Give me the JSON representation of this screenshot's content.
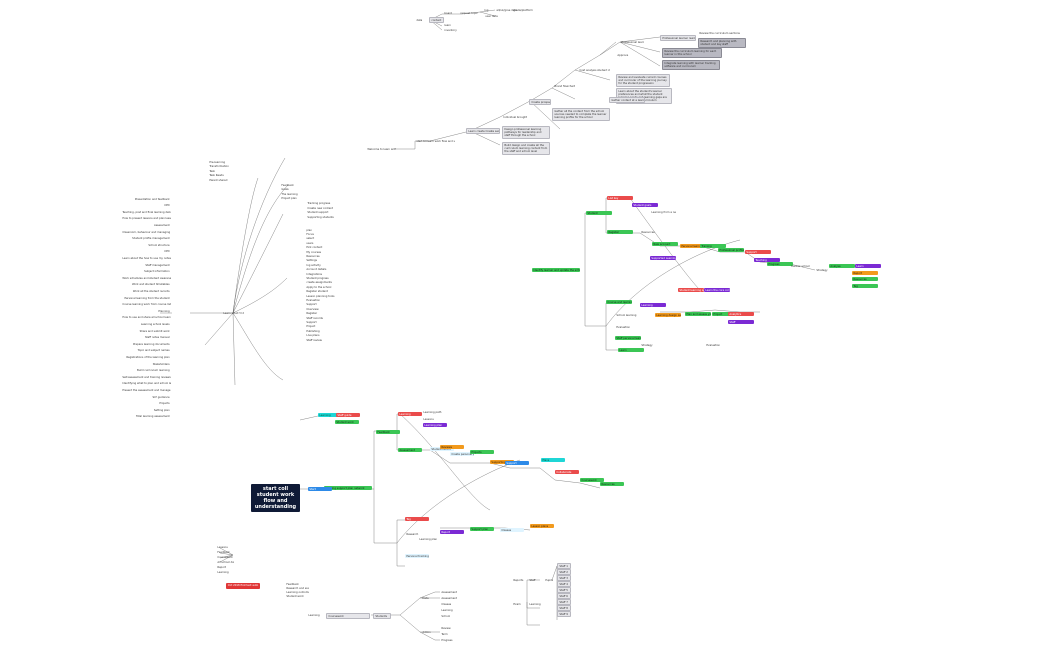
{
  "main_title": "start coll student work flow and understanding",
  "red_banner": "Oct 2018 first text auto",
  "colors": {
    "green": "#3bc655",
    "red": "#ea4b4b",
    "purple": "#7b2ad4",
    "orange": "#f29a1d",
    "gray": "#e6e6ea",
    "navy": "#0f1a36"
  },
  "nodes": {
    "tr": [
      "data",
      "content",
      "board",
      "request",
      "topic",
      "log",
      "all/uk/gcse data",
      "grade/platform",
      "learn",
      "inventory",
      "user data"
    ],
    "top_chain": [
      "Welcome to learn with Google Meets",
      "start till learn work flow and understanding",
      "Learn create Create sections",
      "Individual brought",
      "Create prospects",
      "Brand flowchart",
      "Cost analysis student clearance",
      "Approve",
      "Professional learning",
      "Professional learner reader",
      "Review the curriculum sections",
      "Research and planning with student and key staff",
      "Review the curriculum learning for each learner in this school",
      "Integrate learning with learner tracking software and curriculum",
      "Review and evaluate current courses and curricular of the learning journey for the student progression",
      "Learn about the student's learner preferences and what the student learning needs and learning gaps are available from the curriculum",
      "Gather content at a learner level learning",
      "Cost analysis learning budget",
      "Gather all the content from the school sources needed to complete the learner learning profile for the school",
      "Design professional learning pathways for leadership and staff through the school",
      "Build design and create all the curriculum learning content from the staff and school level"
    ],
    "left_hub": "Learn what I'll do",
    "left_list": [
      "Presentation and feedback",
      "CPD",
      "Teaching, post and final learning delivery",
      "How to present lessons and plan lesson routines",
      "Assessment",
      "Classroom, behaviour and managing",
      "Student profile management",
      "School structure",
      "CPD",
      "Learn about the how to use my notes",
      "Staff management",
      "Subject information",
      "Work schedules and student awareness",
      "Work and student timetables",
      "Work all the student records",
      "Personal learning from the student",
      "Course learning work from course list",
      "Planning",
      "How to use and share all school learning",
      "Learning school levels",
      "Share and submit work",
      "Staff notes manual",
      "Prepare learning documents",
      "Topic and subject names",
      "Registrations of the learning plan",
      "Stakeholders",
      "Build curriculum learning",
      "Self-assessment and training reviews",
      "Identifying what to plan and school learning",
      "Present the assessment and manage workloads to school resources",
      "SLT guidance",
      "Projects",
      "Setting plan",
      "Total learning assessment"
    ],
    "left_right": [
      "plan",
      "Focus",
      "select",
      "users",
      "Pick content",
      "My courses",
      "Resources",
      "Settings",
      "log activity",
      "Account details",
      "Integrations",
      "Student progress",
      "create assignments",
      "Apply to the school",
      "Register student",
      "Lesson planning tools",
      "Evaluation",
      "Support",
      "Overview",
      "Register",
      "Staff records",
      "Support",
      "Project",
      "Publishing",
      "Live plans",
      "Staff review"
    ],
    "left_top": [
      "Pre-learning",
      "Transformation",
      "Task",
      "Task Reads",
      "Parent shared",
      "Feedback",
      "Goals",
      "The learning",
      "Project plan",
      "Tracking progress",
      "Create new content",
      "Student support",
      "Supporting students"
    ],
    "mid_right": {
      "root": "Identify learner and update the school",
      "items": [
        "Student",
        "List key",
        "Student goals",
        "Register",
        "Resources",
        "Learning from a new pupil",
        "New account",
        "Supported Learning",
        "Personal learning",
        "Training",
        "Professional profile",
        "Support",
        "Teaching",
        "Progress",
        "Deliver school",
        "Strategy",
        "Analyse",
        "Learn",
        "Report",
        "Resources",
        "Tag",
        "Student learning and work",
        "Learn the core components",
        "Course and learning",
        "School learning",
        "Evaluation",
        "Staff personal learning",
        "Learning",
        "Learning design assessment",
        "Plan and assess your school performance and learning strategy",
        "Project",
        "Analytics",
        "Staff",
        "Learn",
        "Strategy",
        "Evaluation"
      ]
    },
    "bottom_hub": "learning support plan network",
    "bottom_items": [
      "Start",
      "Learning",
      "Staff guide",
      "Student work",
      "Feedback",
      "Learning",
      "Learning path",
      "Lessons",
      "Learning plan",
      "Assessment",
      "Student record",
      "Reviews",
      "Create personal profile",
      "Projects",
      "Supporting",
      "Support",
      "Plans",
      "Collaborate",
      "Coursework",
      "Resources",
      "Tag",
      "Research",
      "Learning plan",
      "Report",
      "Support plan",
      "Classes",
      "Lesson plans",
      "Personal tracking"
    ],
    "bottom_left": [
      "Lessons",
      "Feedback",
      "Coursework",
      "All school data",
      "Report",
      "Learning"
    ],
    "bottom_mid": [
      "Feedback",
      "Research and evaluation",
      "Learning outcomes",
      "Student work"
    ],
    "bottom_tree": [
      "Learning",
      "Coursework",
      "Students",
      "Data",
      "Assessment",
      "Assessment",
      "Classes",
      "Learning",
      "School",
      "Admin",
      "Review",
      "Term",
      "Progress"
    ],
    "bottom_right": [
      "Reports",
      "Staff",
      "Pupils",
      "Exam",
      "Learning",
      "Staff 1",
      "Staff 2",
      "Staff 3",
      "Staff 4",
      "Staff 5",
      "Staff 6",
      "Staff 7",
      "Staff 8",
      "Staff 9"
    ]
  }
}
